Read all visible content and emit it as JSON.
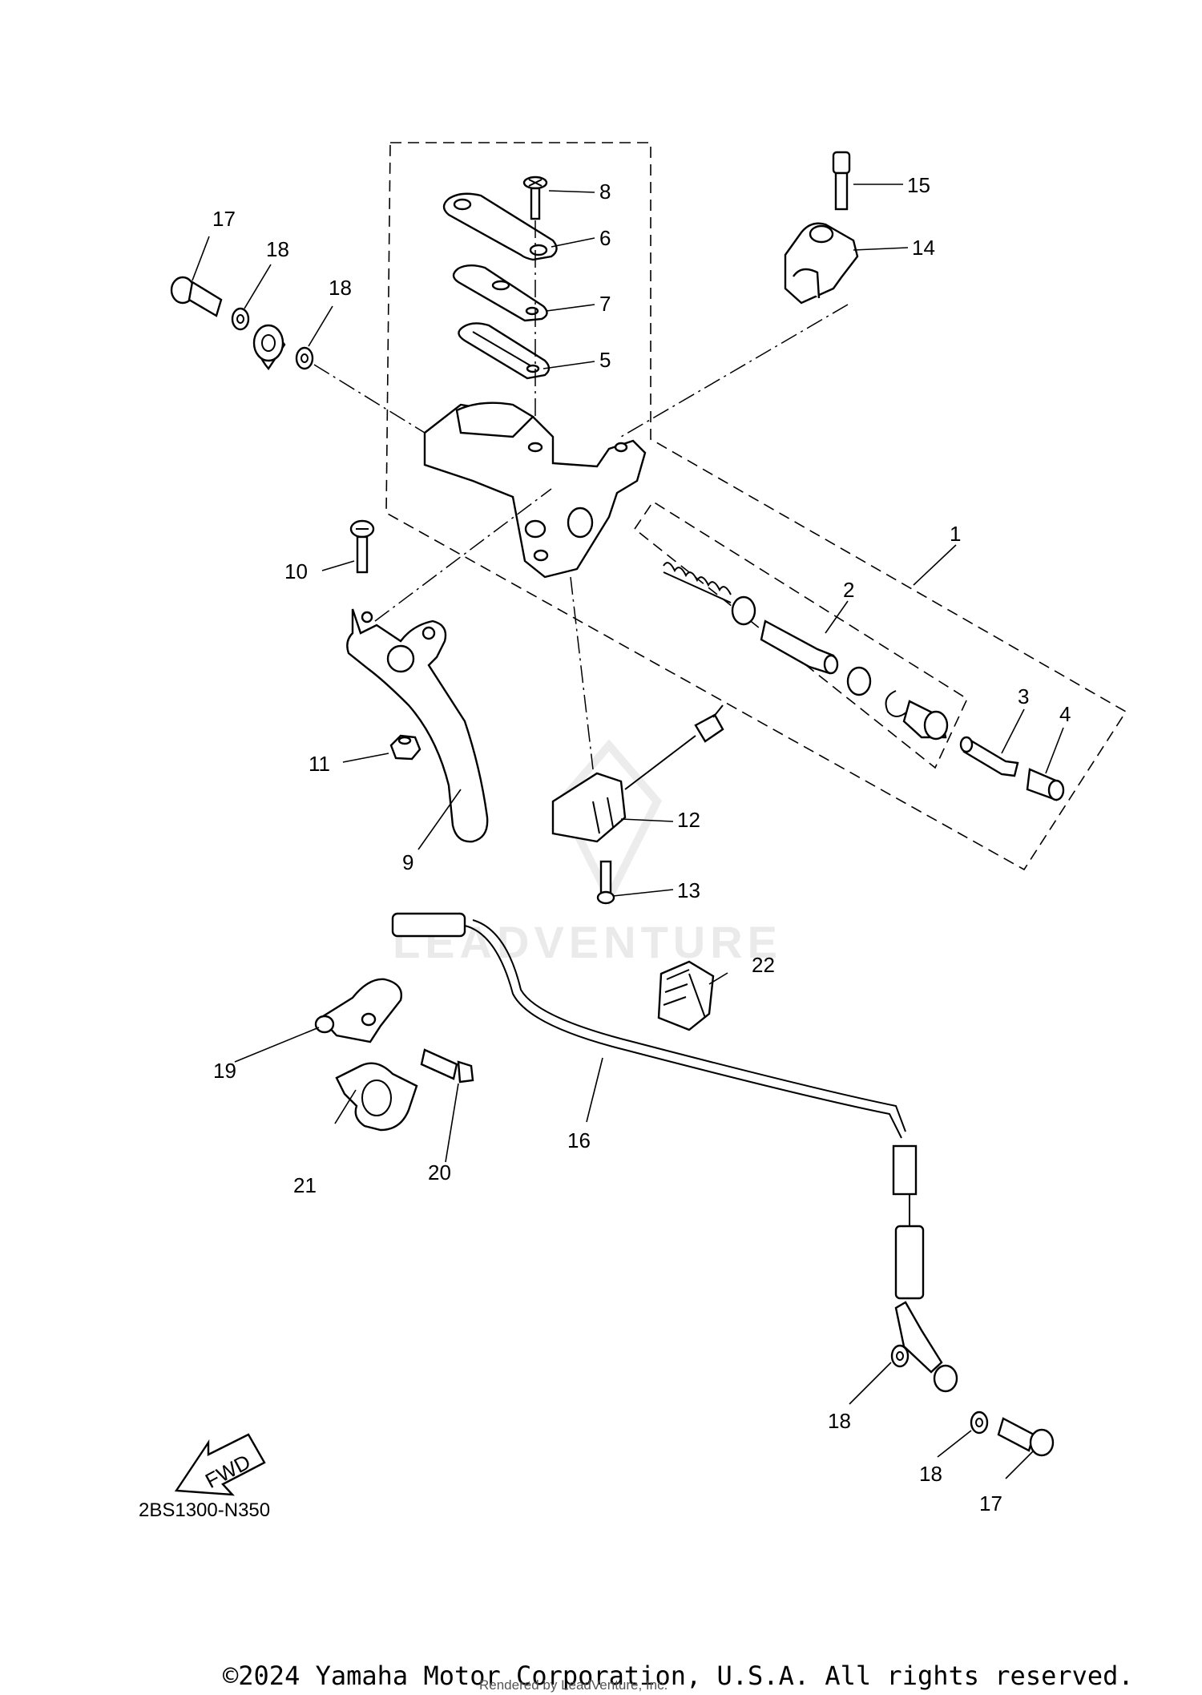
{
  "diagram": {
    "callouts": {
      "p1": "1",
      "p2": "2",
      "p3": "3",
      "p4": "4",
      "p5": "5",
      "p6": "6",
      "p7": "7",
      "p8": "8",
      "p9": "9",
      "p10": "10",
      "p11": "11",
      "p12": "12",
      "p13": "13",
      "p14": "14",
      "p15": "15",
      "p16": "16",
      "p17a": "17",
      "p17b": "17",
      "p18a": "18",
      "p18b": "18",
      "p18c": "18",
      "p18d": "18",
      "p19": "19",
      "p20": "20",
      "p21": "21",
      "p22": "22"
    },
    "fwd_label": "FWD",
    "diagram_code": "2BS1300-N350",
    "watermark": "LEADVENTURE",
    "copyright": "©2024 Yamaha Motor Corporation, U.S.A. All rights reserved.",
    "rendered_by": "Rendered by LeadVenture, Inc."
  }
}
